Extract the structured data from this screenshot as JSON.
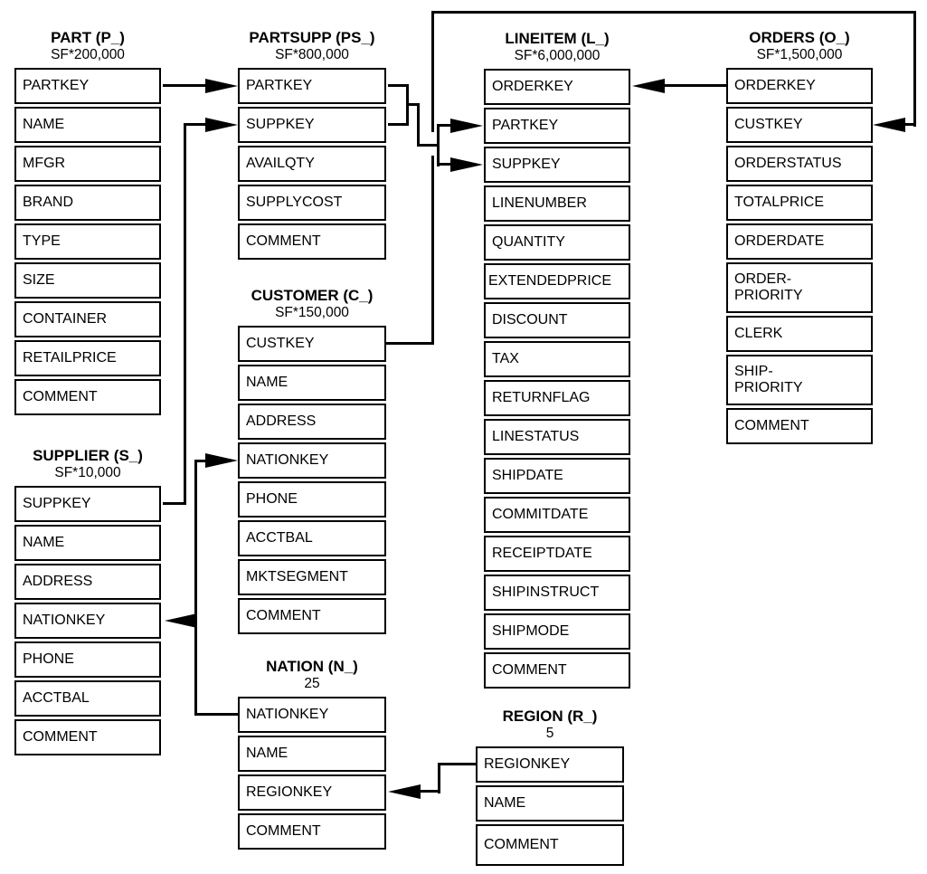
{
  "diagram": {
    "colors": {
      "line": "#000000",
      "background": "#ffffff",
      "text": "#000000"
    },
    "tables": {
      "part": {
        "title": "PART (P_)",
        "count": "SF*200,000",
        "fields": [
          "PARTKEY",
          "NAME",
          "MFGR",
          "BRAND",
          "TYPE",
          "SIZE",
          "CONTAINER",
          "RETAILPRICE",
          "COMMENT"
        ]
      },
      "partsupp": {
        "title": "PARTSUPP (PS_)",
        "count": "SF*800,000",
        "fields": [
          "PARTKEY",
          "SUPPKEY",
          "AVAILQTY",
          "SUPPLYCOST",
          "COMMENT"
        ]
      },
      "lineitem": {
        "title": "LINEITEM (L_)",
        "count": "SF*6,000,000",
        "fields": [
          "ORDERKEY",
          "PARTKEY",
          "SUPPKEY",
          "LINENUMBER",
          "QUANTITY",
          "EXTENDEDPRICE",
          "DISCOUNT",
          "TAX",
          "RETURNFLAG",
          "LINESTATUS",
          "SHIPDATE",
          "COMMITDATE",
          "RECEIPTDATE",
          "SHIPINSTRUCT",
          "SHIPMODE",
          "COMMENT"
        ]
      },
      "orders": {
        "title": "ORDERS (O_)",
        "count": "SF*1,500,000",
        "fields": [
          "ORDERKEY",
          "CUSTKEY",
          "ORDERSTATUS",
          "TOTALPRICE",
          "ORDERDATE",
          "ORDER-\nPRIORITY",
          "CLERK",
          "SHIP-\nPRIORITY",
          "COMMENT"
        ]
      },
      "customer": {
        "title": "CUSTOMER (C_)",
        "count": "SF*150,000",
        "fields": [
          "CUSTKEY",
          "NAME",
          "ADDRESS",
          "NATIONKEY",
          "PHONE",
          "ACCTBAL",
          "MKTSEGMENT",
          "COMMENT"
        ]
      },
      "supplier": {
        "title": "SUPPLIER (S_)",
        "count": "SF*10,000",
        "fields": [
          "SUPPKEY",
          "NAME",
          "ADDRESS",
          "NATIONKEY",
          "PHONE",
          "ACCTBAL",
          "COMMENT"
        ]
      },
      "nation": {
        "title": "NATION (N_)",
        "count": "25",
        "fields": [
          "NATIONKEY",
          "NAME",
          "REGIONKEY",
          "COMMENT"
        ]
      },
      "region": {
        "title": "REGION (R_)",
        "count": "5",
        "fields": [
          "REGIONKEY",
          "NAME",
          "COMMENT"
        ]
      }
    },
    "relationships": [
      {
        "from": "PART.PARTKEY",
        "to": "PARTSUPP.PARTKEY"
      },
      {
        "from": "SUPPLIER.SUPPKEY",
        "to": "PARTSUPP.SUPPKEY"
      },
      {
        "from": "PARTSUPP.PARTKEY",
        "to": "LINEITEM.PARTKEY"
      },
      {
        "from": "PARTSUPP.SUPPKEY",
        "to": "LINEITEM.SUPPKEY"
      },
      {
        "from": "ORDERS.ORDERKEY",
        "to": "LINEITEM.ORDERKEY"
      },
      {
        "from": "CUSTOMER.CUSTKEY",
        "to": "ORDERS.CUSTKEY"
      },
      {
        "from": "NATION.NATIONKEY",
        "to": "CUSTOMER.NATIONKEY"
      },
      {
        "from": "NATION.NATIONKEY",
        "to": "SUPPLIER.NATIONKEY"
      },
      {
        "from": "REGION.REGIONKEY",
        "to": "NATION.REGIONKEY"
      }
    ]
  }
}
